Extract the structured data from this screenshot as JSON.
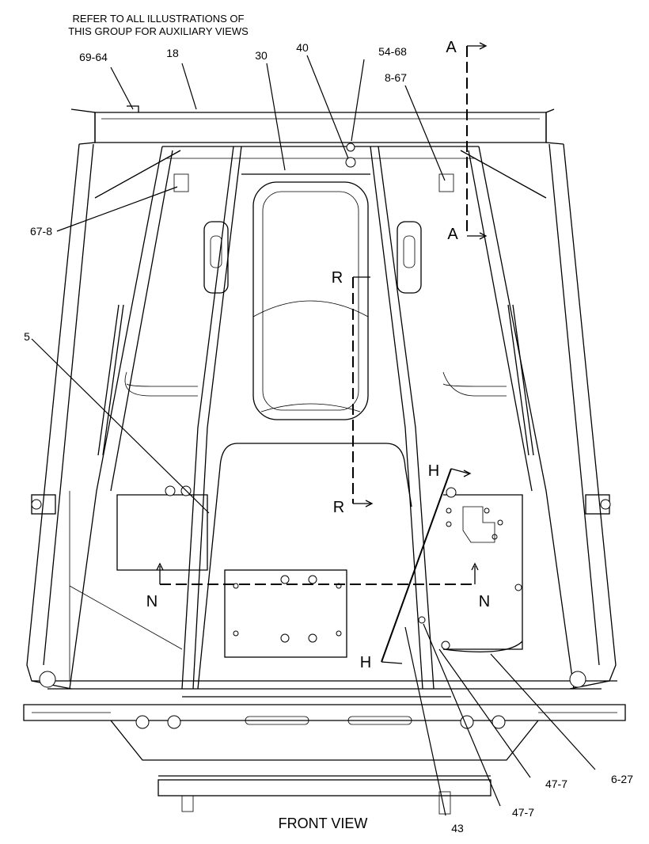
{
  "header_note": [
    "REFER TO ALL ILLUSTRATIONS OF",
    "THIS GROUP FOR AUXILIARY VIEWS"
  ],
  "caption": "FRONT VIEW",
  "callouts": {
    "c69_64": "69-64",
    "c18": "18",
    "c30": "30",
    "c40": "40",
    "c54_68": "54-68",
    "c8_67": "8-67",
    "c67_8": "67-8",
    "c5": "5",
    "c47_7a": "47-7",
    "c47_7b": "47-7",
    "c6_27": "6-27",
    "c43": "43"
  },
  "section_markers": {
    "A_top": "A",
    "A_bottom": "A",
    "R_top": "R",
    "R_bottom": "R",
    "H_top": "H",
    "H_bottom": "H",
    "N_left": "N",
    "N_right": "N"
  }
}
